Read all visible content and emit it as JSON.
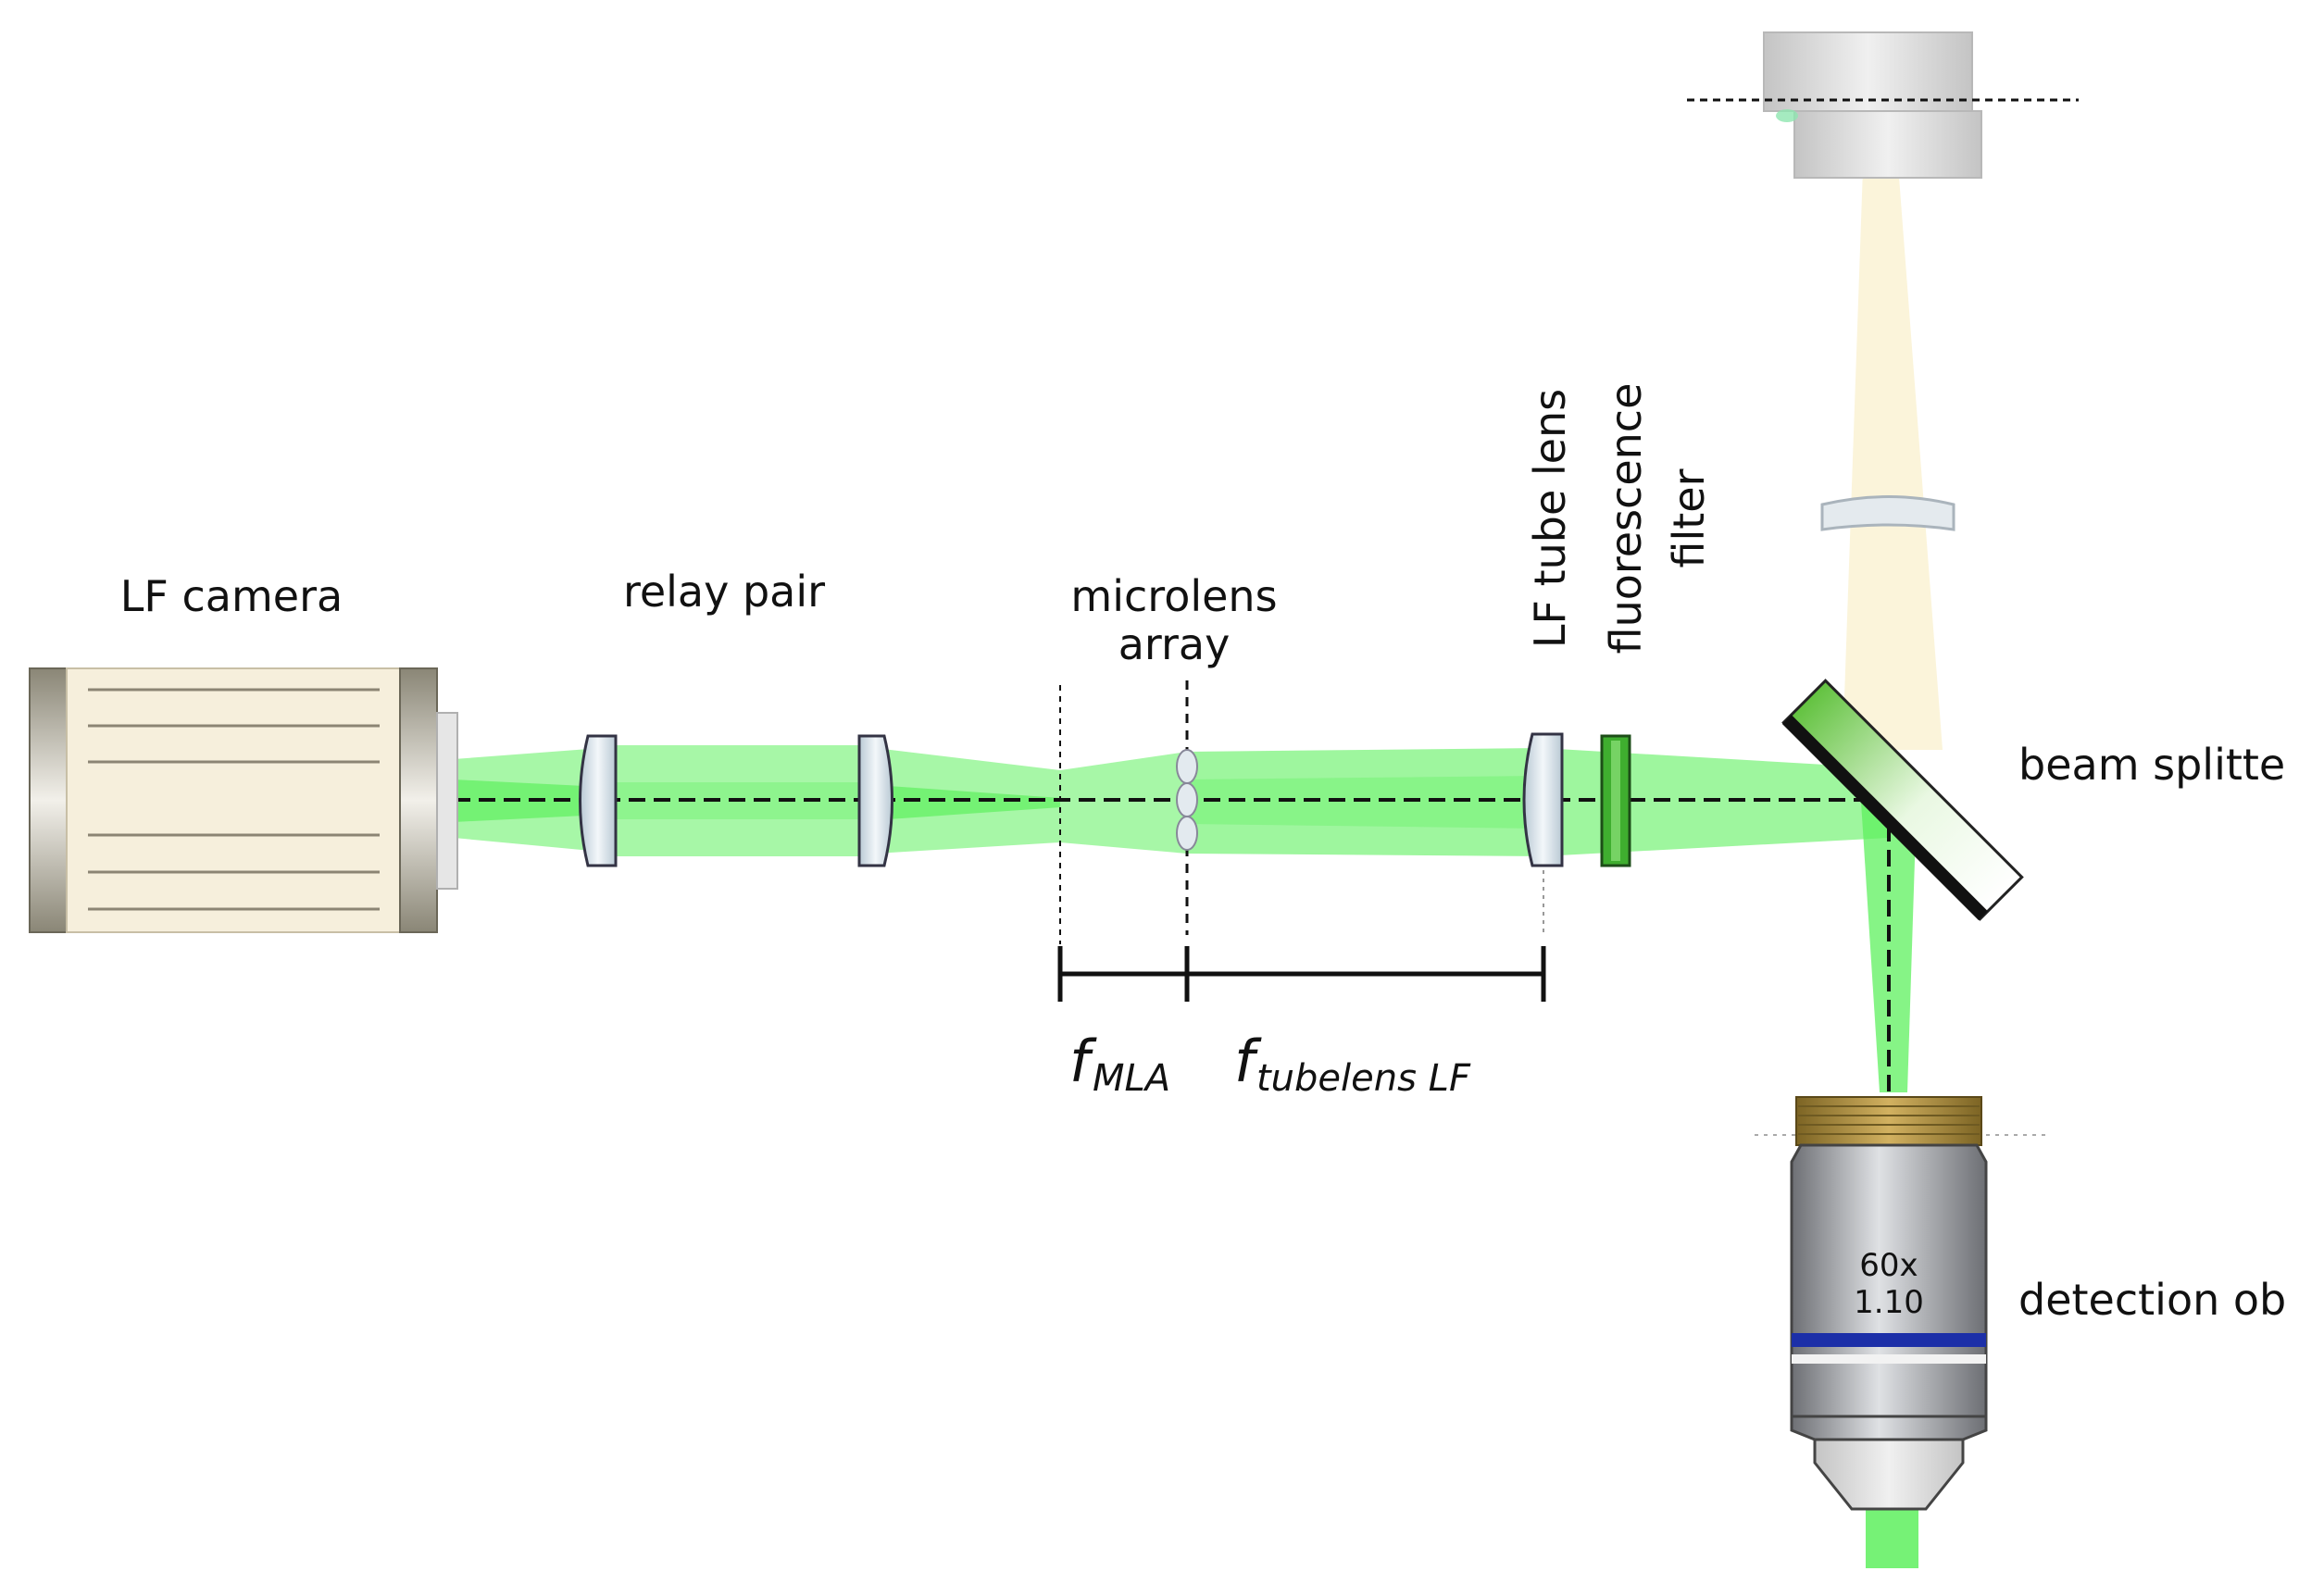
{
  "labels": {
    "lf_camera": "LF camera",
    "relay_pair": "relay pair",
    "microlens_array_line1": "microlens",
    "microlens_array_line2": "array",
    "lf_tube_lens": "LF tube lens",
    "fluorescence_filter_line1": "fluorescence",
    "fluorescence_filter_line2": "filter",
    "beam_splitter": "beam splitte",
    "detection_objective": "detection ob"
  },
  "focal_lengths": {
    "mla_symbol": "f",
    "mla_subscript": "MLA",
    "tube_symbol": "f",
    "tube_subscript": "tubelens LF"
  },
  "objective": {
    "magnification": "60x",
    "numerical_aperture": "1.10"
  },
  "colors": {
    "beam_green": "#5ef05e",
    "filter_green": "#3fae2f",
    "illumination_cream": "#fbf3d6",
    "camera_body": "#f6efdc",
    "lens_fill": "#d7e2ea",
    "objective_blue": "#1c2fa8",
    "objective_collar": "#a88a3e"
  }
}
